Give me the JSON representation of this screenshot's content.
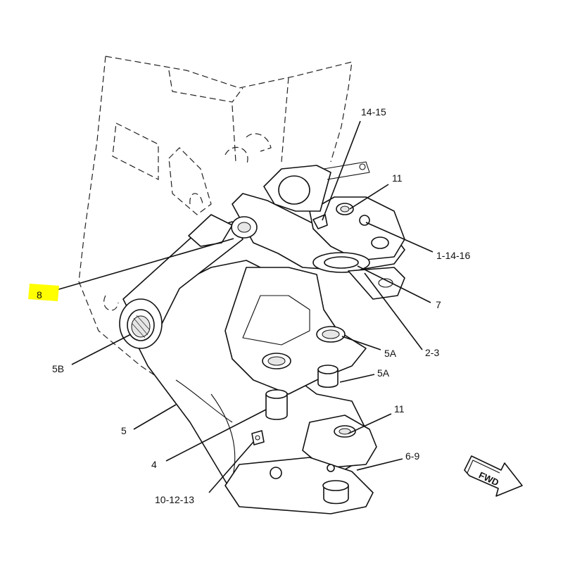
{
  "callouts": {
    "c_14_15": "14-15",
    "c_11_top": "11",
    "c_1_14_16": "1-14-16",
    "c_8": "8",
    "c_7": "7",
    "c_5b": "5B",
    "c_2_3": "2-3",
    "c_5a_top": "5A",
    "c_5a_mid": "5A",
    "c_5": "5",
    "c_11_low": "11",
    "c_4": "4",
    "c_6_9": "6-9",
    "c_10_12_13": "10-12-13"
  },
  "direction_arrow": {
    "label": "FWD"
  },
  "colors": {
    "highlight": "#ffff00",
    "line": "#111111"
  }
}
